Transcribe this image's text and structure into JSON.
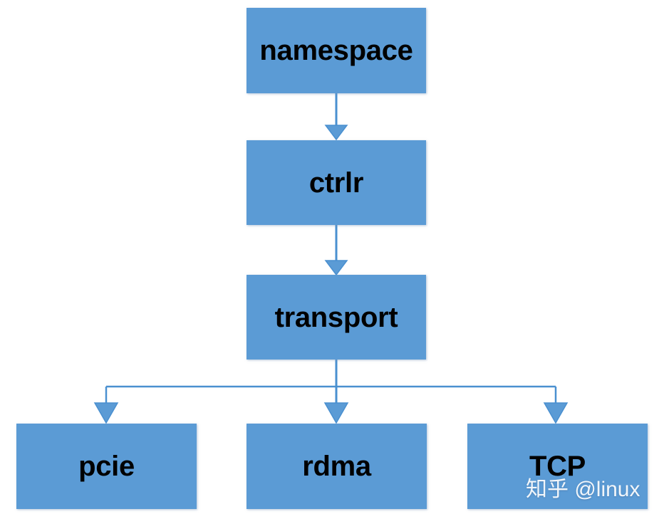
{
  "diagram": {
    "title": "NVMe subsystem layering diagram",
    "background_color": "#FFFFFF",
    "node_fill_color": "#5B9BD5",
    "node_text_color": "#000000",
    "connector_color": "#4A90D0",
    "nodes": [
      {
        "id": "namespace",
        "label": "namespace"
      },
      {
        "id": "ctrlr",
        "label": "ctrlr"
      },
      {
        "id": "transport",
        "label": "transport"
      },
      {
        "id": "pcie",
        "label": "pcie"
      },
      {
        "id": "rdma",
        "label": "rdma"
      },
      {
        "id": "tcp",
        "label": "TCP"
      }
    ],
    "edges": [
      {
        "from": "namespace",
        "to": "ctrlr",
        "style": "arrow-down"
      },
      {
        "from": "ctrlr",
        "to": "transport",
        "style": "arrow-down"
      },
      {
        "from": "transport",
        "to": "pcie",
        "style": "elbow-arrow-down"
      },
      {
        "from": "transport",
        "to": "rdma",
        "style": "arrow-down"
      },
      {
        "from": "transport",
        "to": "tcp",
        "style": "elbow-arrow-down"
      }
    ],
    "watermark": "知乎 @linux"
  }
}
